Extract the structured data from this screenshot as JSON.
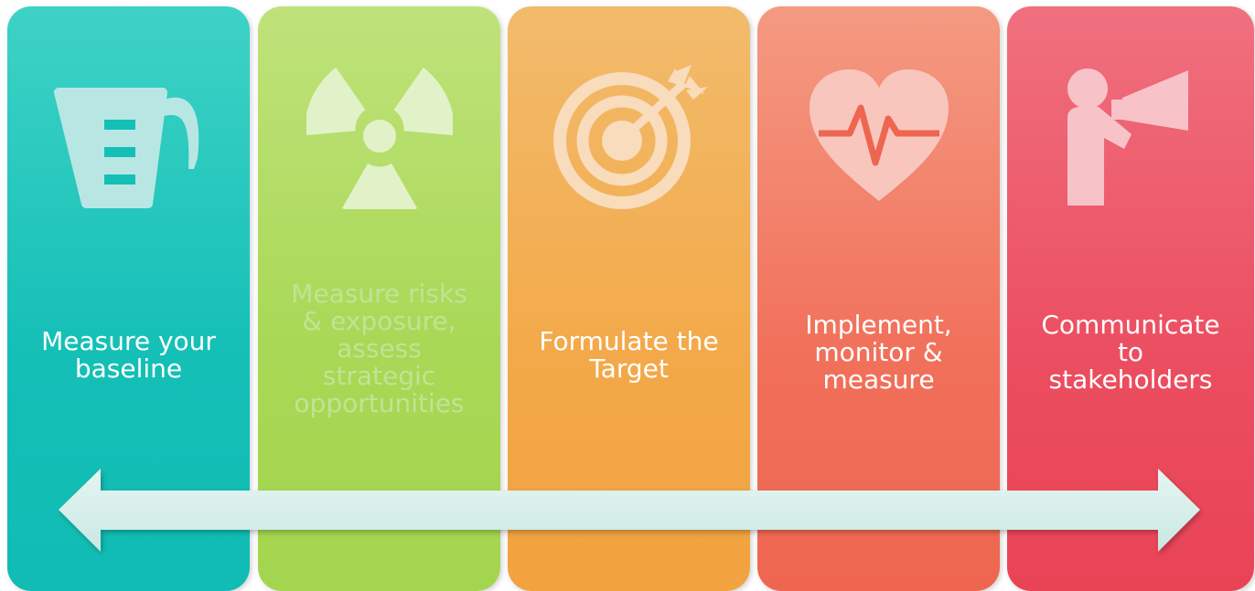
{
  "steps": [
    {
      "label_lines": [
        "Measure your",
        "baseline"
      ],
      "icon": "measuring-jug-icon",
      "color": "#14bfb6"
    },
    {
      "label_lines": [
        "Measure risks",
        "& exposure,",
        "assess",
        "strategic",
        "opportunities"
      ],
      "icon": "radiation-icon",
      "color": "#a8d855"
    },
    {
      "label_lines": [
        "Formulate the",
        "Target"
      ],
      "icon": "target-icon",
      "color": "#f3a949"
    },
    {
      "label_lines": [
        "Implement,",
        "monitor &",
        "measure"
      ],
      "icon": "heartbeat-icon",
      "color": "#f1705a"
    },
    {
      "label_lines": [
        "Communicate",
        "to",
        "stakeholders"
      ],
      "icon": "megaphone-person-icon",
      "color": "#eb4e60"
    }
  ],
  "arrow": {
    "type": "double-headed",
    "color": "#d8efeb"
  }
}
